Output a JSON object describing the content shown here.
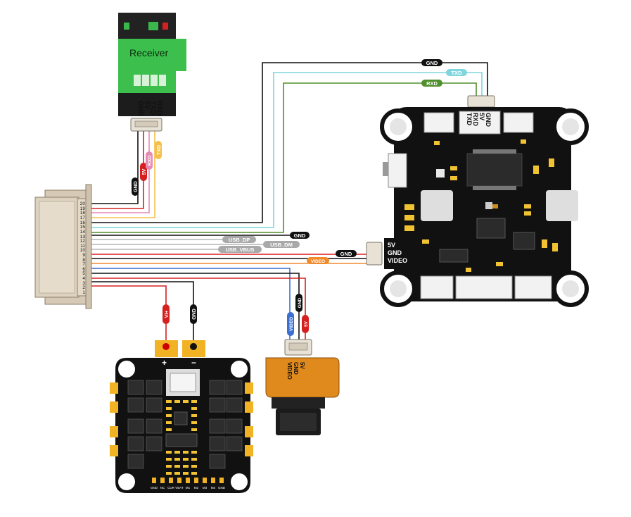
{
  "receiver": {
    "title": "Receiver",
    "pins": [
      "GND",
      "5V",
      "TXD",
      "RXD"
    ],
    "wires": [
      {
        "label": "GND",
        "color": "#111111"
      },
      {
        "label": "5V",
        "color": "#d62020"
      },
      {
        "label": "RXD",
        "color": "#e58ab5"
      },
      {
        "label": "TXD",
        "color": "#f5c04a"
      }
    ]
  },
  "connector": {
    "pins": [
      "20",
      "19",
      "18",
      "17",
      "16",
      "15",
      "14",
      "13",
      "12",
      "11",
      "10",
      "9",
      "8",
      "7",
      "6",
      "5",
      "4",
      "3",
      "2",
      "1"
    ]
  },
  "top_wire_labels": [
    {
      "label": "GND",
      "color": "#111111"
    },
    {
      "label": "TXD",
      "color": "#7fd6de"
    },
    {
      "label": "RXD",
      "color": "#4f8f2c"
    }
  ],
  "flight_controller": {
    "top_pins": [
      "GND",
      "5V",
      "RXD",
      "TXD"
    ],
    "side_pins": [
      "5V",
      "GND",
      "VIDEO"
    ]
  },
  "usb_labels": [
    "USB_DP",
    "USB_DM",
    "USB_VBUS"
  ],
  "mid_labels": {
    "gnd_1": "GND",
    "gnd_2": "GND",
    "video": "VIDEO"
  },
  "esc_wires": {
    "vi": "VI+",
    "gnd": "GND"
  },
  "camera": {
    "pins": [
      "5V",
      "GND",
      "VIDEO"
    ],
    "wires": [
      "VIDEO",
      "GND",
      "5V"
    ]
  },
  "esc": {
    "plus": "+",
    "minus": "−",
    "bottom_pins": [
      "GND",
      "NC",
      "CUR",
      "VBAT",
      "M1",
      "M2",
      "M3",
      "M4",
      "GND"
    ]
  }
}
